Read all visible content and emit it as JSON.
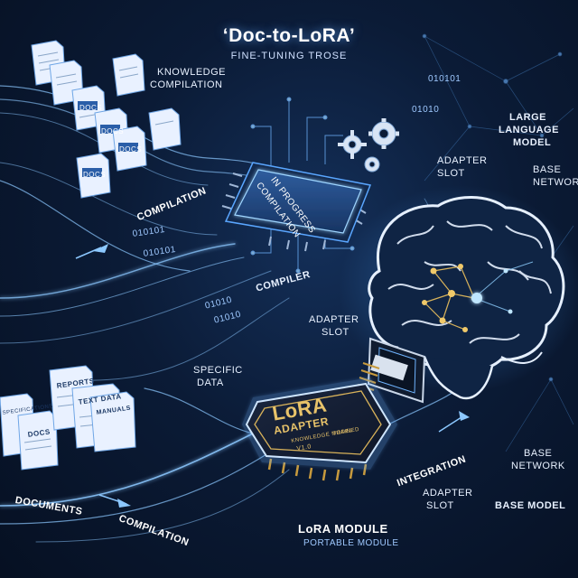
{
  "title": "‘Doc-to-LoRA’",
  "subtitle": "FINE-TUNING TROSE",
  "labels": {
    "knowledge_compilation_1": "KNOWLEDGE",
    "knowledge_compilation_2": "COMPILATION",
    "compilation_top": "COMPILATION",
    "compilation_bottom": "COMPILATION",
    "compiler": "COMPILER",
    "compilation_chip_1": "COMPILATION",
    "compilation_chip_2": "IN PROGRESS",
    "adapter_slot_top_1": "ADAPTER",
    "adapter_slot_top_2": "SLOT",
    "adapter_slot_mid_1": "ADAPTER",
    "adapter_slot_mid_2": "SLOT",
    "adapter_slot_bottom_1": "ADAPTER",
    "adapter_slot_bottom_2": "SLOT",
    "llm_1": "LARGE",
    "llm_2": "LANGUAGE",
    "llm_3": "MODEL",
    "base_network_top_1": "BASE",
    "base_network_top_2": "NETWORK",
    "base_network_bottom_1": "BASE",
    "base_network_bottom_2": "NETWORK",
    "base_model": "BASE MODEL",
    "specific_data_1": "SPECIFIC",
    "specific_data_2": "DATA",
    "integration": "INTEGRATION",
    "documents": "DOCUMENTS",
    "lora_module": "LoRA MODULE",
    "portable_module": "PORTABLE MODULE"
  },
  "binary": {
    "b1": "010101",
    "b2": "010101",
    "b3": "01010",
    "b4": "01010",
    "b5": "010101",
    "b6": "01010"
  },
  "doc_labels": {
    "docs_1": "DOCS",
    "docs_2": "DOCS",
    "docs_3": "DOCS",
    "docs_4": "DOCS",
    "reports": "REPORTS",
    "text_data": "TEXT DATA",
    "manuals": "MANUALS",
    "specifications": "SPECIFICATIONS"
  },
  "lora_chip": {
    "line1": "LoRA",
    "line2": "ADAPTER",
    "line3": "KNOWLEDGE MODEL",
    "version": "V1.0",
    "trained": "TRAINED"
  },
  "colors": {
    "accent": "#4aa8ff",
    "glow": "#7fd0ff",
    "gold": "#d8b25a",
    "background": "#0b1b36"
  },
  "icons": [
    "gear-icon",
    "brain-icon",
    "chip-icon",
    "document-icon",
    "arrow-icon"
  ]
}
